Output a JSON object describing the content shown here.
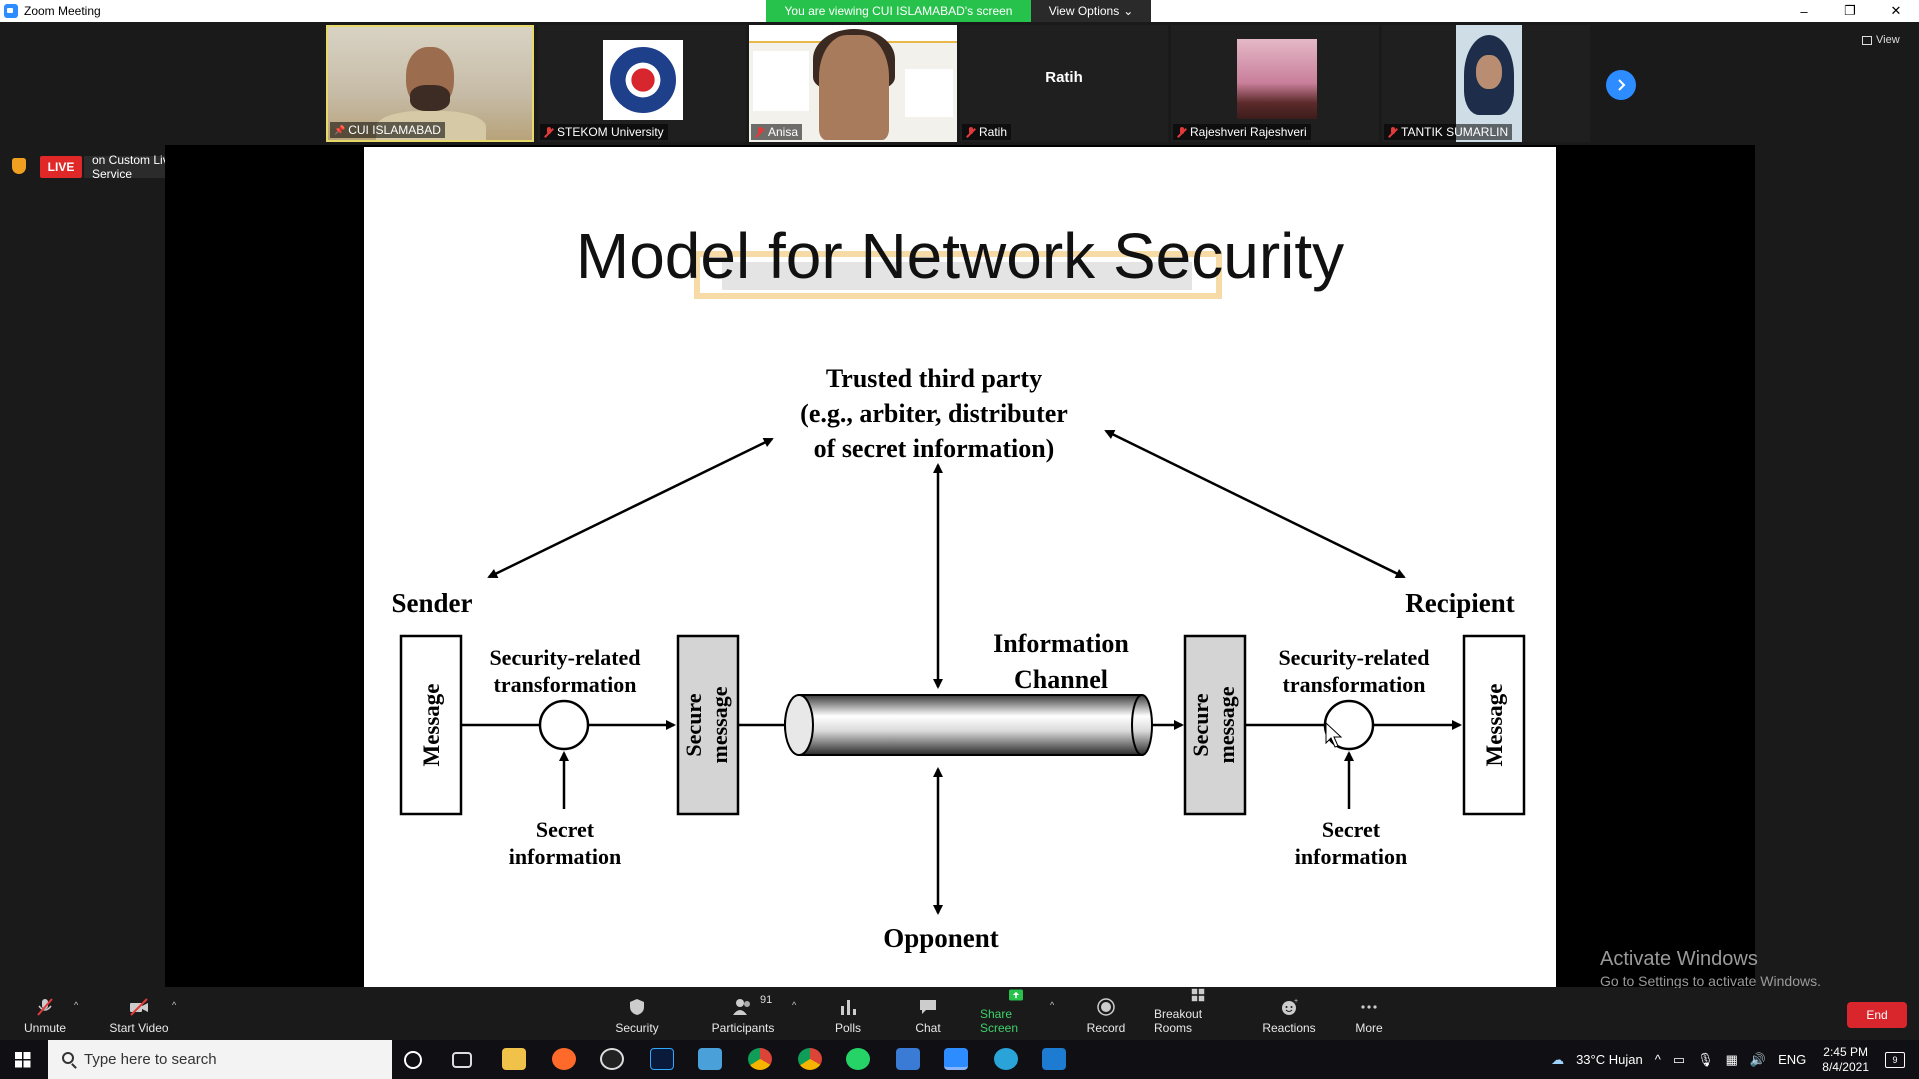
{
  "window": {
    "title": "Zoom Meeting",
    "viewing_banner": "You are viewing CUI ISLAMABAD's screen",
    "view_options": "View Options",
    "minimize": "–",
    "restore": "❐",
    "close": "✕"
  },
  "gallery": {
    "view_label": "View",
    "participants": [
      {
        "name": "CUI ISLAMABAD",
        "active": true
      },
      {
        "name": "STEKOM University"
      },
      {
        "name": "Anisa"
      },
      {
        "name": "Ratih",
        "center_name": "Ratih"
      },
      {
        "name": "Rajeshveri Rajeshveri"
      },
      {
        "name": "TANTIK SUMARLIN"
      }
    ]
  },
  "live": {
    "badge": "LIVE",
    "service": "on Custom Live Streaming Service"
  },
  "slide": {
    "title": "Model for Network Security",
    "diagram": {
      "trusted": [
        "Trusted third party",
        "(e.g., arbiter, distributer",
        "of secret information)"
      ],
      "sender": "Sender",
      "recipient": "Recipient",
      "transform": [
        "Security-related",
        "transformation"
      ],
      "message": "Message",
      "secure_message": [
        "Secure",
        "message"
      ],
      "channel": [
        "Information",
        "Channel"
      ],
      "secret": [
        "Secret",
        "information"
      ],
      "opponent": "Opponent"
    }
  },
  "watermark": {
    "title": "Activate Windows",
    "subtitle": "Go to Settings to activate Windows."
  },
  "toolbar": {
    "unmute": "Unmute",
    "start_video": "Start Video",
    "security": "Security",
    "participants": "Participants",
    "participant_count": "91",
    "polls": "Polls",
    "chat": "Chat",
    "share_screen": "Share Screen",
    "record": "Record",
    "breakout": "Breakout Rooms",
    "reactions": "Reactions",
    "more": "More",
    "end": "End"
  },
  "taskbar": {
    "search_placeholder": "Type here to search",
    "weather": "33°C  Hujan",
    "lang": "ENG",
    "time": "2:45 PM",
    "date": "8/4/2021",
    "notifications": "9"
  },
  "colors": {
    "zoom_blue": "#2d8cff",
    "share_green": "#27c24c",
    "end_red": "#d9262d",
    "live_red": "#e02828"
  }
}
